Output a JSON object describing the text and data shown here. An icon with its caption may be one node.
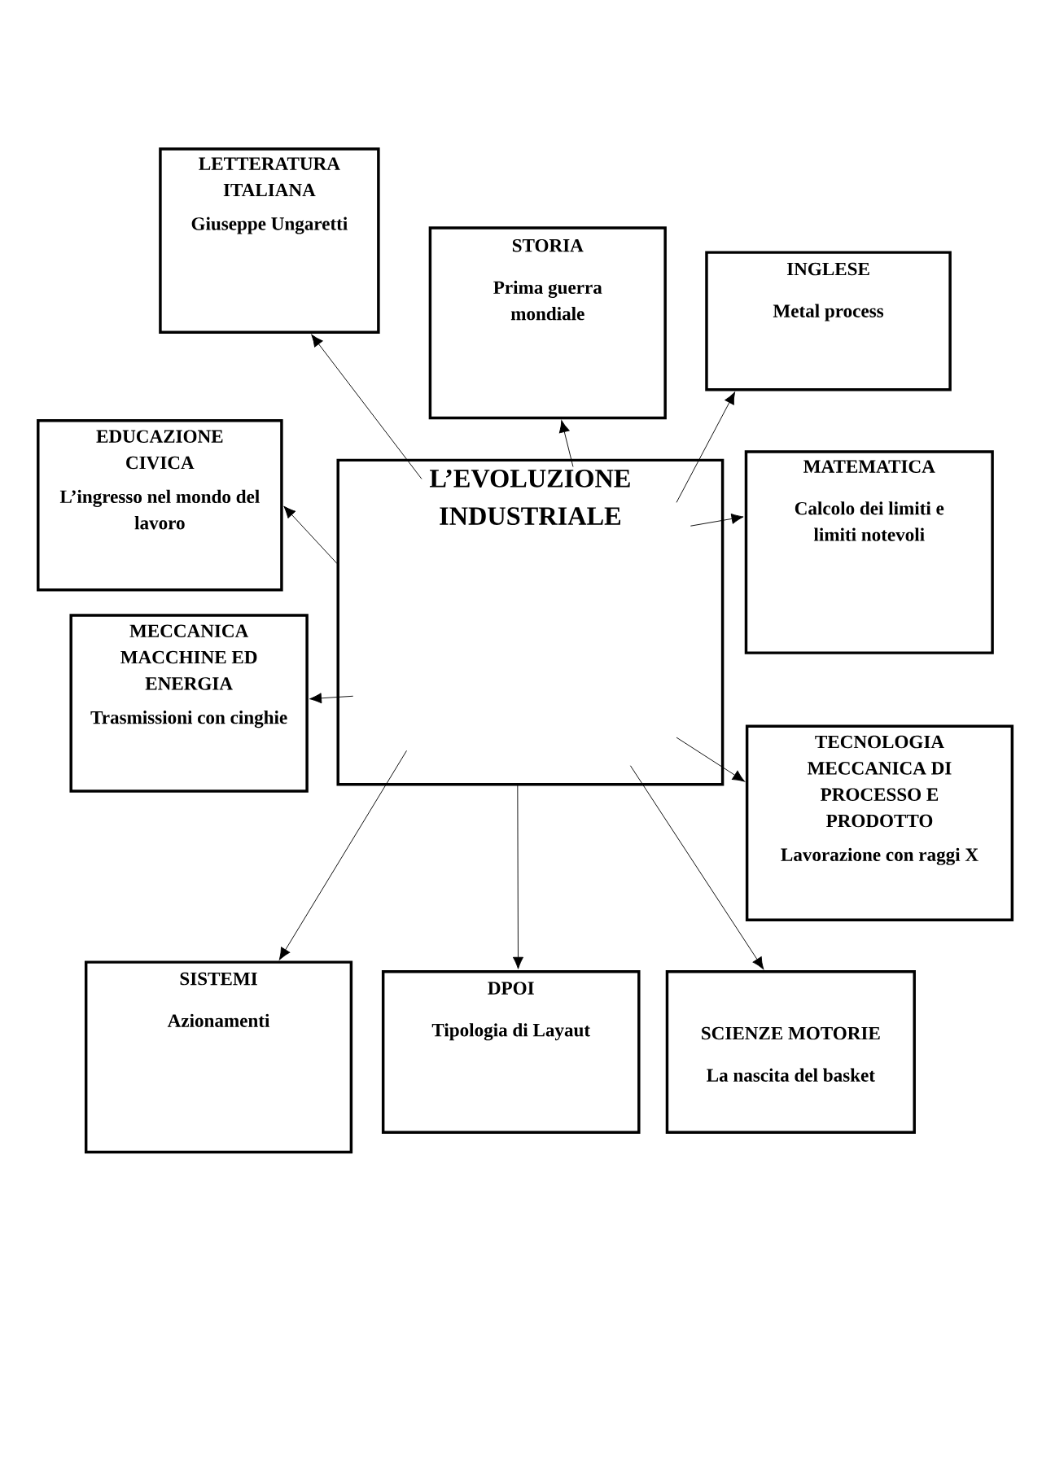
{
  "diagram": {
    "nodes": [
      {
        "text": [
          "L’EVOLUZIONE INDUSTRIALE"
        ]
      },
      {
        "text": [
          "LETTERATURA ITALIANA",
          "Giuseppe Ungaretti"
        ]
      },
      {
        "text": [
          "STORIA",
          "Prima guerra mondiale"
        ]
      },
      {
        "text": [
          "INGLESE",
          "Metal process"
        ]
      },
      {
        "text": [
          "EDUCAZIONE CIVICA",
          "L’ingresso nel mondo del lavoro"
        ]
      },
      {
        "text": [
          "MATEMATICA",
          "Calcolo dei limiti e limiti notevoli"
        ]
      },
      {
        "text": [
          "MECCANICA MACCHINE ED ENERGIA",
          "Trasmissioni con cinghie"
        ]
      },
      {
        "text": [
          "TECNOLOGIA MECCANICA DI PROCESSO E PRODOTTO",
          "Lavorazione con raggi X"
        ]
      },
      {
        "text": [
          "SISTEMI",
          "Azionamenti"
        ]
      },
      {
        "text": [
          "DPOI",
          "Tipologia di Layaut"
        ]
      },
      {
        "text": [
          "SCIENZE MOTORIE",
          "La nascita del basket"
        ]
      }
    ],
    "edges": [
      {
        "from": 0,
        "to": 1,
        "arrow": "to"
      },
      {
        "from": 0,
        "to": 2,
        "arrow": "to"
      },
      {
        "from": 0,
        "to": 3,
        "arrow": "to"
      },
      {
        "from": 0,
        "to": 4,
        "arrow": "to"
      },
      {
        "from": 0,
        "to": 5,
        "arrow": "to"
      },
      {
        "from": 0,
        "to": 6,
        "arrow": "to"
      },
      {
        "from": 0,
        "to": 7,
        "arrow": "to"
      },
      {
        "from": 0,
        "to": 8,
        "arrow": "to"
      },
      {
        "from": 0,
        "to": 9,
        "arrow": "to"
      },
      {
        "from": 0,
        "to": 10,
        "arrow": "to"
      }
    ]
  }
}
